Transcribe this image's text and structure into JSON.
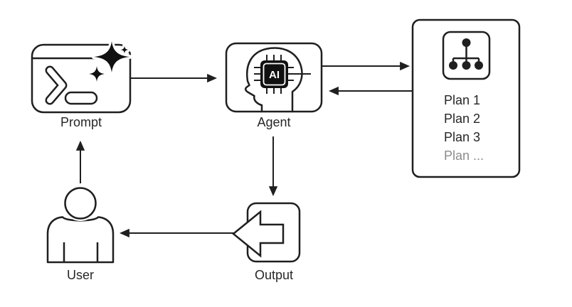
{
  "diagram": {
    "title": "agent-workflow-diagram",
    "colors": {
      "stroke": "#1f1f1f",
      "label": "#262626",
      "muted_label": "#8c8c8c",
      "background": "#ffffff",
      "chip_fill": "#111111",
      "chip_text_color": "#ffffff"
    },
    "nodes": {
      "prompt": {
        "label": "Prompt",
        "icon": "terminal-sparkle-icon"
      },
      "agent": {
        "label": "Agent",
        "chip_text": "AI",
        "icon": "ai-chip-head-icon"
      },
      "plans": {
        "icon": "hierarchy-icon",
        "items": [
          "Plan 1",
          "Plan 2",
          "Plan 3",
          "Plan ..."
        ]
      },
      "output": {
        "label": "Output",
        "icon": "export-arrow-icon"
      },
      "user": {
        "label": "User",
        "icon": "person-icon"
      }
    },
    "edges": [
      "prompt-to-agent",
      "agent-to-plans",
      "plans-to-agent",
      "agent-to-output",
      "output-to-user",
      "user-to-prompt"
    ]
  }
}
